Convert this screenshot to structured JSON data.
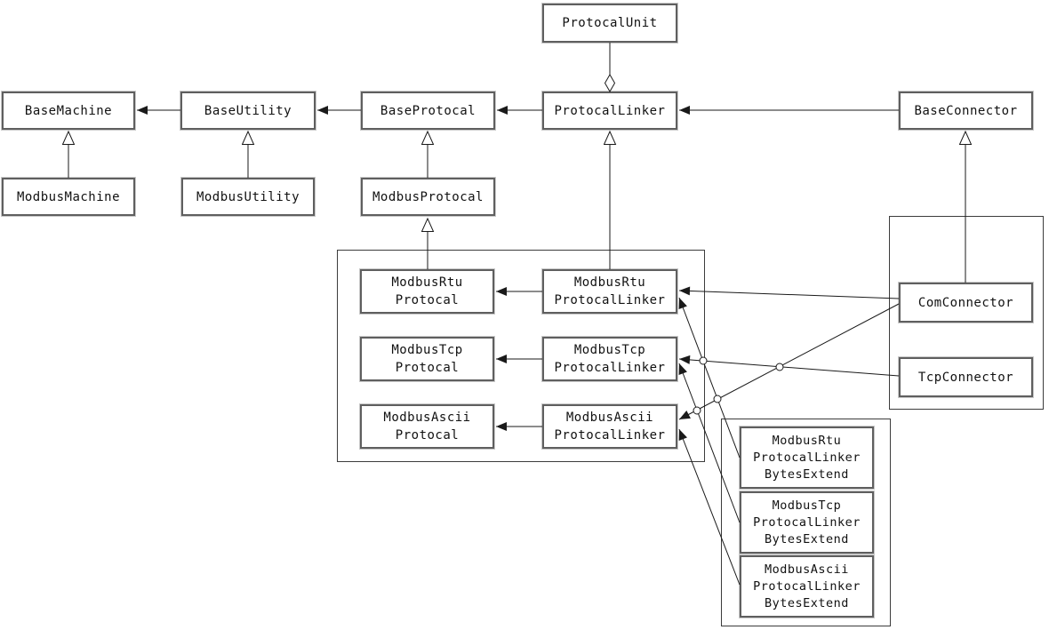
{
  "diagram": {
    "kind": "uml-class-diagram",
    "colors": {
      "background": "#ffffff",
      "line": "#1a1a1a",
      "box_border": "#5f5f5f",
      "group_border": "#3c3c3c",
      "box_fill": "#ffffff"
    },
    "nodes": {
      "protocal_unit": {
        "label": "ProtocalUnit"
      },
      "base_machine": {
        "label": "BaseMachine"
      },
      "base_utility": {
        "label": "BaseUtility"
      },
      "base_protocal": {
        "label": "BaseProtocal"
      },
      "protocal_linker": {
        "label": "ProtocalLinker"
      },
      "base_connector": {
        "label": "BaseConnector"
      },
      "modbus_machine": {
        "label": "ModbusMachine"
      },
      "modbus_utility": {
        "label": "ModbusUtility"
      },
      "modbus_protocal": {
        "label": "ModbusProtocal"
      },
      "modbus_rtu_protocal": {
        "label": "ModbusRtu\nProtocal"
      },
      "modbus_rtu_protocal_linker": {
        "label": "ModbusRtu\nProtocalLinker"
      },
      "modbus_tcp_protocal": {
        "label": "ModbusTcp\nProtocal"
      },
      "modbus_tcp_protocal_linker": {
        "label": "ModbusTcp\nProtocalLinker"
      },
      "modbus_ascii_protocal": {
        "label": "ModbusAscii\nProtocal"
      },
      "modbus_ascii_protocal_linker": {
        "label": "ModbusAscii\nProtocalLinker"
      },
      "com_connector": {
        "label": "ComConnector"
      },
      "tcp_connector": {
        "label": "TcpConnector"
      },
      "modbus_rtu_protocal_linker_bytes_extend": {
        "label": "ModbusRtu\nProtocalLinker\nBytesExtend"
      },
      "modbus_tcp_protocal_linker_bytes_extend": {
        "label": "ModbusTcp\nProtocalLinker\nBytesExtend"
      },
      "modbus_ascii_protocal_linker_bytes_extend": {
        "label": "ModbusAscii\nProtocalLinker\nBytesExtend"
      }
    },
    "relations": [
      {
        "from": "ProtocalUnit",
        "to": "ProtocalLinker",
        "type": "aggregation"
      },
      {
        "from": "BaseUtility",
        "to": "BaseMachine",
        "type": "association"
      },
      {
        "from": "BaseProtocal",
        "to": "BaseUtility",
        "type": "association"
      },
      {
        "from": "ProtocalLinker",
        "to": "BaseProtocal",
        "type": "association"
      },
      {
        "from": "BaseConnector",
        "to": "ProtocalLinker",
        "type": "association"
      },
      {
        "from": "ModbusMachine",
        "to": "BaseMachine",
        "type": "inheritance"
      },
      {
        "from": "ModbusUtility",
        "to": "BaseUtility",
        "type": "inheritance"
      },
      {
        "from": "ModbusProtocal",
        "to": "BaseProtocal",
        "type": "inheritance"
      },
      {
        "from": "ModbusRtuProtocal",
        "to": "ModbusProtocal",
        "type": "inheritance"
      },
      {
        "from": "ModbusRtuProtocalLinker",
        "to": "ProtocalLinker",
        "type": "inheritance"
      },
      {
        "from": "ComConnector",
        "to": "BaseConnector",
        "type": "inheritance"
      },
      {
        "from": "ModbusRtuProtocalLinker",
        "to": "ModbusRtuProtocal",
        "type": "association"
      },
      {
        "from": "ModbusTcpProtocalLinker",
        "to": "ModbusTcpProtocal",
        "type": "association"
      },
      {
        "from": "ModbusAsciiProtocalLinker",
        "to": "ModbusAsciiProtocal",
        "type": "association"
      },
      {
        "from": "ComConnector",
        "to": "ModbusRtuProtocalLinker",
        "type": "association"
      },
      {
        "from": "ComConnector",
        "to": "ModbusAsciiProtocalLinker",
        "type": "association"
      },
      {
        "from": "TcpConnector",
        "to": "ModbusTcpProtocalLinker",
        "type": "association"
      },
      {
        "from": "ModbusRtuProtocalLinkerBytesExtend",
        "to": "ModbusRtuProtocalLinker",
        "type": "association"
      },
      {
        "from": "ModbusTcpProtocalLinkerBytesExtend",
        "to": "ModbusTcpProtocalLinker",
        "type": "association"
      },
      {
        "from": "ModbusAsciiProtocalLinkerBytesExtend",
        "to": "ModbusAsciiProtocalLinker",
        "type": "association"
      }
    ]
  }
}
